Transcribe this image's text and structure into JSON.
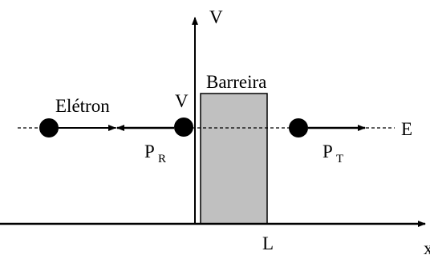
{
  "labels": {
    "axis_v": "V",
    "axis_x": "x",
    "barrier": "Barreira",
    "electron": "Elétron",
    "barrier_height": "V",
    "energy": "E",
    "reflected_base": "P",
    "reflected_sub": "R",
    "transmitted_base": "P",
    "transmitted_sub": "T",
    "width": "L"
  },
  "colors": {
    "barrier_fill": "#c0c0c0",
    "ink": "#000000"
  }
}
